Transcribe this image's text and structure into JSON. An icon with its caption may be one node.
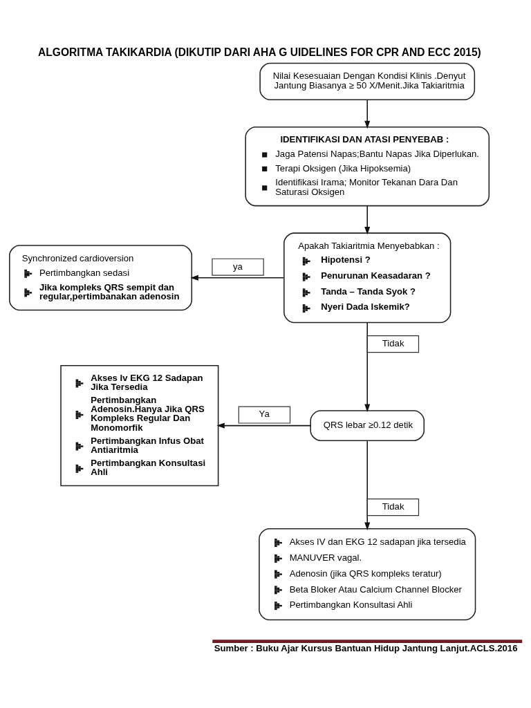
{
  "diagram": {
    "title": "ALGORITMA TAKIKARDIA (DIKUTIP DARI AHA G UIDELINES FOR CPR AND ECC 2015)",
    "caption": "Sumber : Buku Ajar Kursus Bantuan Hidup Jantung Lanjut.ACLS.2016",
    "nodes": [
      {
        "text": [
          "Nilai Kesesuaian Dengan Kondisi Klinis .Denyut Jantung Biasanya ≥ 50 X/Menit.Jika Takiaritmia"
        ]
      },
      {
        "text": [
          "IDENTIFIKASI DAN ATASI PENYEBAB :",
          "Jaga Patensi Napas;Bantu Napas Jika Diperlukan.",
          "Terapi Oksigen (Jika Hipoksemia)",
          "Identifikasi Irama; Monitor Tekanan Dara Dan Saturasi Oksigen"
        ]
      },
      {
        "text": [
          "Synchronized cardioversion",
          "Pertimbangkan sedasi",
          "Jika kompleks QRS sempit dan regular,pertimbanakan adenosin"
        ]
      },
      {
        "text": [
          "Apakah Takiaritmia Menyebabkan :",
          "Hipotensi ?",
          "Penurunan Keasadaran ?",
          "Tanda – Tanda Syok ?",
          "Nyeri Dada Iskemik?"
        ]
      },
      {
        "text": [
          "Akses Iv EKG 12 Sadapan Jika Tersedia",
          "Pertimbangkan Adenosin.Hanya Jika QRS Kompleks Regular Dan Monomorfik",
          "Pertimbangkan Infus Obat Antiaritmia",
          "Pertimbangkan Konsultasi Ahli"
        ]
      },
      {
        "text": [
          "QRS lebar ≥0.12 detik"
        ]
      },
      {
        "text": [
          "Akses IV dan EKG 12 sadapan jika tersedia",
          "MANUVER vagal.",
          "Adenosin (jika QRS kompleks teratur)",
          "Beta Bloker Atau Calcium Channel Blocker",
          "Pertimbangkan Konsultasi Ahli"
        ]
      }
    ],
    "edges": [
      {
        "from": 0,
        "to": 1,
        "arrow": "to"
      },
      {
        "from": 1,
        "to": 3,
        "arrow": "to"
      },
      {
        "from": 3,
        "to": 2,
        "arrow": "to",
        "label": "ya"
      },
      {
        "from": 3,
        "to": 5,
        "arrow": "to",
        "label": "Tidak"
      },
      {
        "from": 5,
        "to": 4,
        "arrow": "to",
        "label": "Ya"
      },
      {
        "from": 5,
        "to": 6,
        "arrow": "to",
        "label": "Tidak"
      }
    ]
  }
}
